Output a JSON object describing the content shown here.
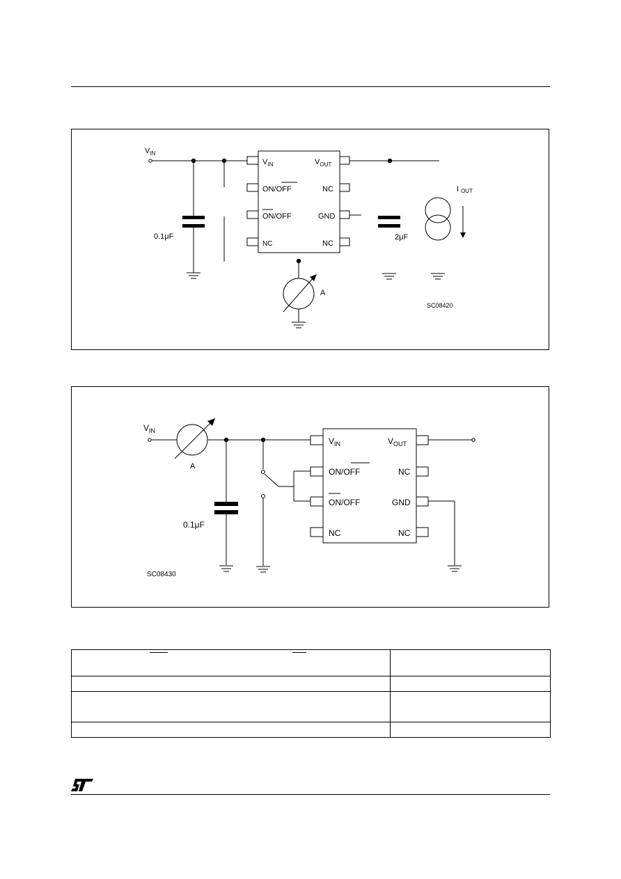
{
  "diagram_1": {
    "vin_label": "V",
    "vin_sub": "IN",
    "cap_input_label": "0.1μF",
    "cap_output_label": "2μF",
    "iout_label": "I",
    "iout_sub": "OUT",
    "ammeter_label": "A",
    "figure_code": "SC08420",
    "ic_pins_left": [
      {
        "main": "V",
        "sub": "IN"
      },
      {
        "main": "ON/",
        "over": "OFF"
      },
      {
        "over": "ON",
        "main": "/OFF"
      },
      {
        "main": "NC"
      }
    ],
    "ic_pins_right": [
      {
        "main": "V",
        "sub": "OUT"
      },
      {
        "main": "NC"
      },
      {
        "main": "GND"
      },
      {
        "main": "NC"
      }
    ]
  },
  "diagram_2": {
    "vin_label": "V",
    "vin_sub": "IN",
    "ammeter_label": "A",
    "cap_input_label": "0.1μF",
    "figure_code": "SC08430",
    "ic_pins_left": [
      {
        "main": "V",
        "sub": "IN"
      },
      {
        "main": "ON/",
        "over": "OFF"
      },
      {
        "over": "ON",
        "main": "/OFF"
      },
      {
        "main": "NC"
      }
    ],
    "ic_pins_right": [
      {
        "main": "V",
        "sub": "OUT"
      },
      {
        "main": "NC"
      },
      {
        "main": "GND"
      },
      {
        "main": "NC"
      }
    ]
  },
  "table": {
    "rows": [
      [
        "",
        ""
      ],
      [
        "",
        ""
      ],
      [
        "",
        ""
      ],
      [
        "",
        ""
      ]
    ]
  }
}
